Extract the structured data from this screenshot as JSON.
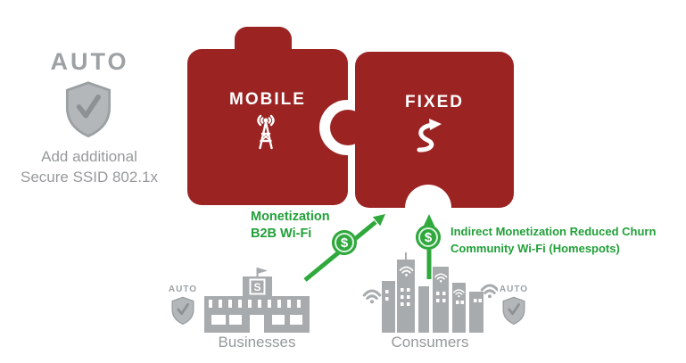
{
  "colors": {
    "maroon": "#9b2423",
    "green_arrow": "#2fa83c",
    "green_text": "#21a038",
    "gray_graphic": "#a8abad",
    "gray_text": "#96999b"
  },
  "left_panel": {
    "auto": "AUTO",
    "caption_line1": "Add additional",
    "caption_line2": "Secure SSID 802.1x"
  },
  "puzzle": {
    "mobile": "MOBILE",
    "fixed": "FIXED"
  },
  "monetization_b2b": {
    "line1": "Monetization",
    "line2": "B2B Wi-Fi"
  },
  "monetization_community": {
    "line1": "Indirect Monetization Reduced Churn",
    "line2": "Community Wi-Fi (Homespots)"
  },
  "coin": {
    "symbol": "$"
  },
  "businesses": {
    "label": "Businesses",
    "auto": "AUTO",
    "sign": "S"
  },
  "consumers": {
    "label": "Consumers",
    "auto": "AUTO"
  }
}
